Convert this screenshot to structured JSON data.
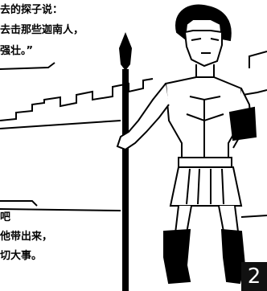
{
  "captions": {
    "top": [
      "去的探子说：",
      "去击那些迦南人，",
      "强壮。”"
    ],
    "bottom": [
      "吧",
      "他带出来，",
      "切大事。"
    ]
  },
  "page_number": "2",
  "colors": {
    "ink": "#000000",
    "paper": "#ffffff",
    "badge": "#111111"
  }
}
